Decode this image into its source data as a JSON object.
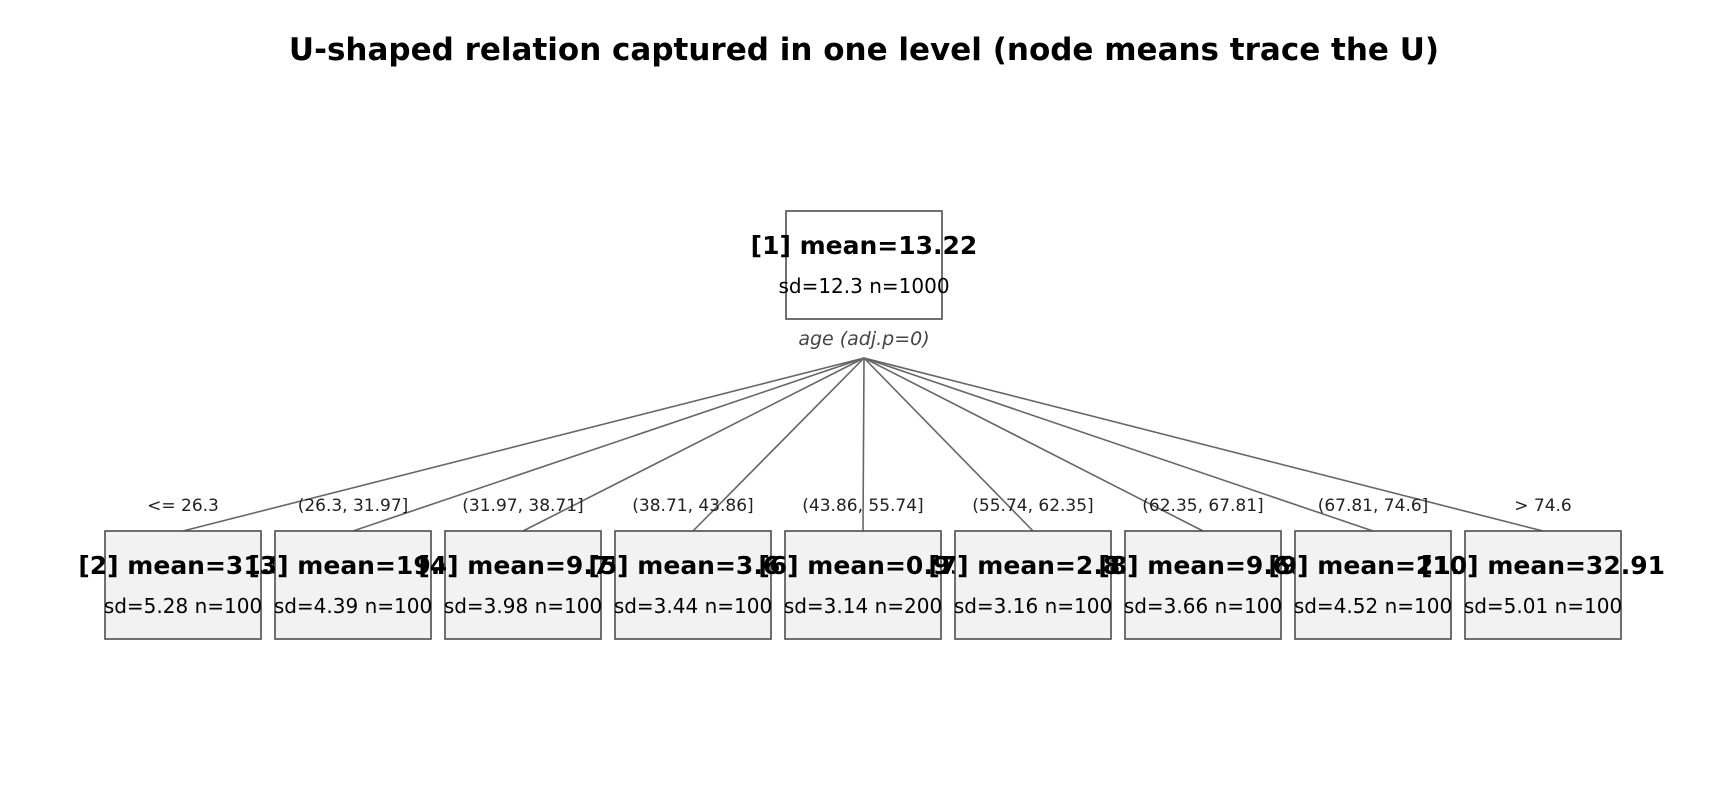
{
  "title": "U-shaped relation captured in one level (node means trace the U)",
  "root": {
    "id": "[1]",
    "mean_text": "[1] mean=13.22",
    "stats_text": "sd=12.3  n=1000",
    "split_text": "age (adj.p=0)"
  },
  "children": [
    {
      "edge_label": "<= 26.3",
      "mean_text": "[2] mean=31.5",
      "stats_text": "sd=5.28  n=100"
    },
    {
      "edge_label": "(26.3, 31.97]",
      "mean_text": "[3] mean=19.4",
      "stats_text": "sd=4.39  n=100"
    },
    {
      "edge_label": "(31.97, 38.71]",
      "mean_text": "[4] mean=9.70",
      "stats_text": "sd=3.98  n=100"
    },
    {
      "edge_label": "(38.71, 43.86]",
      "mean_text": "[5] mean=3.64",
      "stats_text": "sd=3.44  n=100"
    },
    {
      "edge_label": "(43.86, 55.74]",
      "mean_text": "[6] mean=0.93",
      "stats_text": "sd=3.14  n=200"
    },
    {
      "edge_label": "(55.74, 62.35]",
      "mean_text": "[7] mean=2.81",
      "stats_text": "sd=3.16  n=100"
    },
    {
      "edge_label": "(62.35, 67.81]",
      "mean_text": "[8] mean=9.69",
      "stats_text": "sd=3.66  n=100"
    },
    {
      "edge_label": "(67.81, 74.6]",
      "mean_text": "[9] mean=21.0",
      "stats_text": "sd=4.52  n=100"
    },
    {
      "edge_label": "> 74.6",
      "mean_text": "[10] mean=32.91",
      "stats_text": "sd=5.01  n=100"
    }
  ],
  "colors": {
    "leaf_fill": "#f2f2f2",
    "root_fill": "#ffffff",
    "edge": "#666666"
  }
}
